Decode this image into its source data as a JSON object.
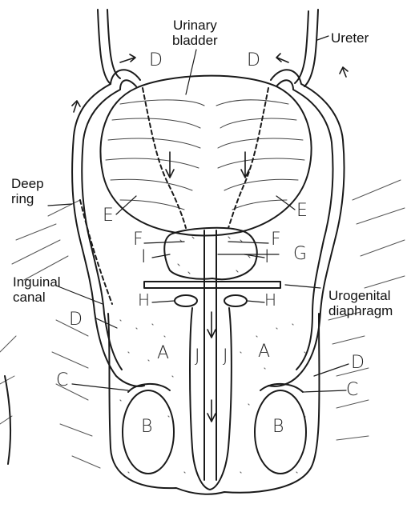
{
  "labels": {
    "urinary_bladder": [
      "Urinary",
      "bladder"
    ],
    "ureter": "Ureter",
    "deep_ring": [
      "Deep",
      "ring"
    ],
    "inguinal_canal": [
      "Inguinal",
      "canal"
    ],
    "urogenital_diaphragm": [
      "Urogenital",
      "diaphragm"
    ]
  },
  "letters": {
    "d_left_top": "D",
    "d_right_top": "D",
    "e_left": "E",
    "e_right": "E",
    "f_left": "F",
    "f_right": "F",
    "g": "G",
    "i_left": "I",
    "i_right": "I",
    "h_left": "H",
    "h_right": "H",
    "a_left": "A",
    "a_right": "A",
    "j_left": "J",
    "j_right": "J",
    "d_left_low": "D",
    "d_right_low": "D",
    "c_left": "C",
    "c_right": "C",
    "b_left": "B",
    "b_right": "B"
  },
  "colors": {
    "ink": "#1a1a1a",
    "paper": "#ffffff"
  }
}
